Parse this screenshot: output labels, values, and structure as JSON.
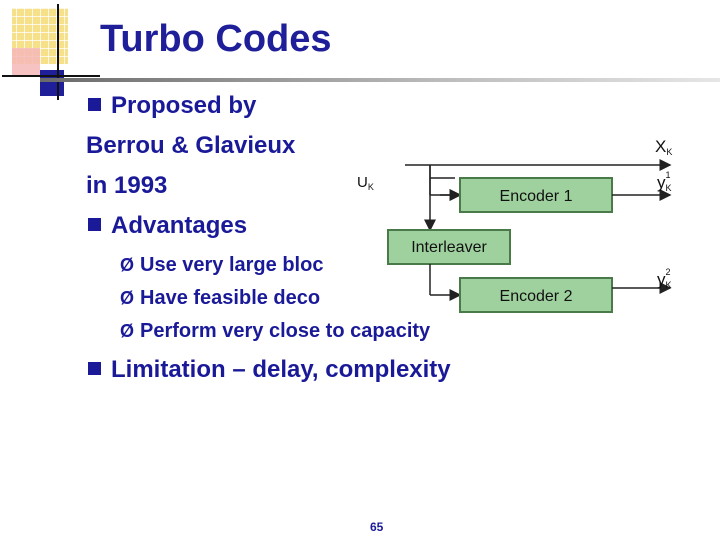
{
  "slide": {
    "title": "Turbo Codes",
    "bullets": [
      {
        "text": "Proposed by"
      },
      {
        "text": "Berrou & Glavieux"
      },
      {
        "text": "in 1993"
      },
      {
        "text": "Advantages"
      }
    ],
    "sub_bullets": [
      "Use very large bloc",
      "Have feasible deco",
      "Perform very close to capacity"
    ],
    "limitation": "Limitation – delay, complexity",
    "page_number": "65"
  },
  "diagram": {
    "input_label": "U",
    "input_sub": "K",
    "encoder1": "Encoder 1",
    "encoder2": "Encoder 2",
    "interleaver": "Interleaver",
    "out_x": "X",
    "out_x_sub": "K",
    "out_y1": "y",
    "out_y1_sup": "1",
    "out_y1_sub": "K",
    "out_y2": "y",
    "out_y2_sup": "2",
    "out_y2_sub": "K",
    "box_fill": "#9fd19f",
    "box_border": "#4a7a4a"
  },
  "colors": {
    "title": "#1f1f9a",
    "text": "#1a1a99"
  },
  "icons": [
    "logo-grid-icon",
    "square-bullet-icon",
    "arrow-bullet-icon"
  ]
}
